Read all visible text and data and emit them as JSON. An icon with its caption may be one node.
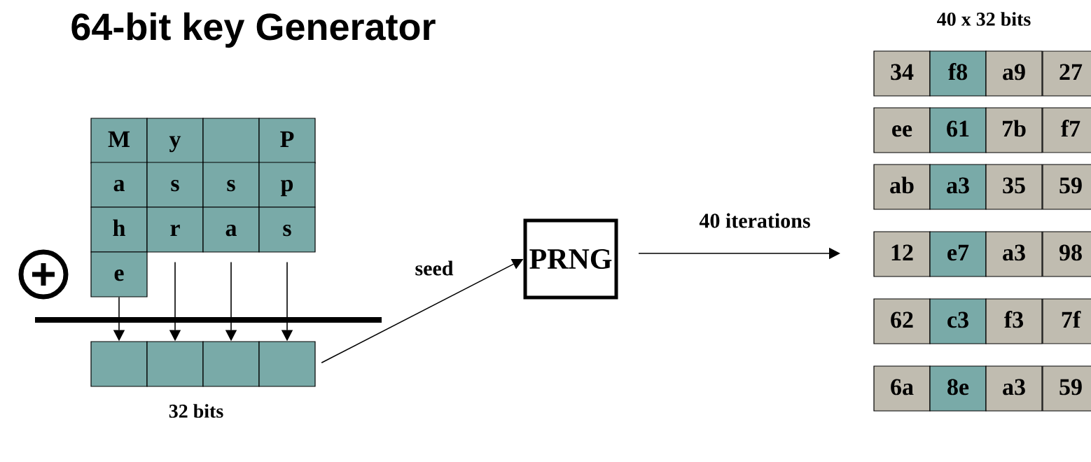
{
  "diagram": {
    "title": "64-bit key Generator",
    "nodes": [
      {
        "text": [
          "M"
        ]
      },
      {
        "text": [
          "y"
        ]
      },
      {
        "text": [],
        "shape": "box"
      },
      {
        "text": [
          "P"
        ]
      },
      {
        "text": [
          "a"
        ]
      },
      {
        "text": [
          "s"
        ]
      },
      {
        "text": [
          "s"
        ]
      },
      {
        "text": [
          "p"
        ]
      },
      {
        "text": [
          "h"
        ]
      },
      {
        "text": [
          "r"
        ]
      },
      {
        "text": [
          "a"
        ]
      },
      {
        "text": [
          "s"
        ]
      },
      {
        "text": [
          "e"
        ]
      },
      {
        "text": [],
        "shape": "box"
      },
      {
        "text": [],
        "shape": "box"
      },
      {
        "text": [],
        "shape": "box"
      },
      {
        "text": [],
        "shape": "box"
      },
      {
        "text": [
          "PRNG"
        ]
      },
      {
        "text": [
          "34"
        ]
      },
      {
        "text": [
          "f8"
        ]
      },
      {
        "text": [
          "a9"
        ]
      },
      {
        "text": [
          "27"
        ]
      },
      {
        "text": [
          "ee"
        ]
      },
      {
        "text": [
          "61"
        ]
      },
      {
        "text": [
          "7b"
        ]
      },
      {
        "text": [
          "f7"
        ]
      },
      {
        "text": [
          "ab"
        ]
      },
      {
        "text": [
          "a3"
        ]
      },
      {
        "text": [
          "35"
        ]
      },
      {
        "text": [
          "59"
        ]
      },
      {
        "text": [
          "12"
        ]
      },
      {
        "text": [
          "e7"
        ]
      },
      {
        "text": [
          "a3"
        ]
      },
      {
        "text": [
          "98"
        ]
      },
      {
        "text": [
          "62"
        ]
      },
      {
        "text": [
          "c3"
        ]
      },
      {
        "text": [
          "f3"
        ]
      },
      {
        "text": [
          "7f"
        ]
      },
      {
        "text": [
          "6a"
        ]
      },
      {
        "text": [
          "8e"
        ]
      },
      {
        "text": [
          "a3"
        ]
      },
      {
        "text": [
          "59"
        ]
      }
    ],
    "edges": [
      {
        "from": 12,
        "to": 13,
        "arrow": "to"
      },
      {
        "from": 9,
        "to": 14,
        "arrow": "to"
      },
      {
        "from": 10,
        "to": 15,
        "arrow": "to"
      },
      {
        "from": 11,
        "to": 16,
        "arrow": "to"
      },
      {
        "from": 16,
        "to": 17,
        "arrow": "to",
        "label": "seed"
      },
      {
        "from": 17,
        "to": null,
        "arrow": "to",
        "label": "40 iterations"
      }
    ],
    "labels": [
      "40 x 32 bits",
      "32 bits"
    ]
  }
}
